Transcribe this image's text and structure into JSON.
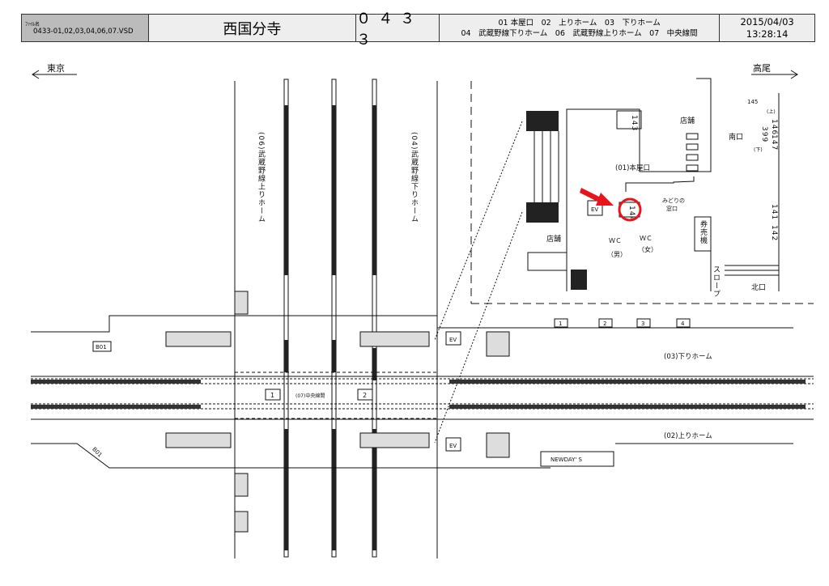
{
  "header": {
    "file_label": "ﾌｧｲﾙ名",
    "file_name": "0433-01,02,03,04,06,07.VSD",
    "station_name": "西国分寺",
    "station_code": "０４３３",
    "legend_line1": "01 本屋口　02　上りホーム　03　下りホーム",
    "legend_line2": "04　武蔵野線下りホーム　06　武蔵野線上りホーム　07　中央線間",
    "date": "2015/04/03",
    "time": "13:28:14"
  },
  "directions": {
    "left": "東京",
    "right": "高尾"
  },
  "labels": {
    "musashino_up": "(06)武蔵野線上りホーム",
    "musashino_down": "(04)武蔵野線下りホーム",
    "main_entrance": "(01)本屋口",
    "shop": "店舗",
    "midori": "みどりの",
    "midori2": "窓口",
    "ticket_machine": "券売機",
    "wc_m": "ＷＣ",
    "wc_m2": "（男）",
    "wc_f": "ＷＣ",
    "wc_f2": "（女）",
    "south_exit": "南口",
    "north_exit": "北口",
    "slope": "スロープ",
    "up_mark": "(上)",
    "down_mark": "(下)",
    "down_platform": "(03)下りホーム",
    "up_platform": "(02)上りホーム",
    "chuo": "(07)中央線間",
    "newdays": "NEWDAY' S",
    "ev": "EV",
    "b01": "B01"
  },
  "stair_numbers": {
    "s143": "143",
    "s144": "144",
    "s145": "145",
    "s146": "146",
    "s147": "147",
    "s399": "399",
    "s141": "141",
    "s142": "142"
  },
  "car_positions": [
    "1",
    "2",
    "3",
    "4"
  ],
  "chuo_positions": [
    "1",
    "2"
  ],
  "colors": {
    "highlight": "#e8141b"
  }
}
